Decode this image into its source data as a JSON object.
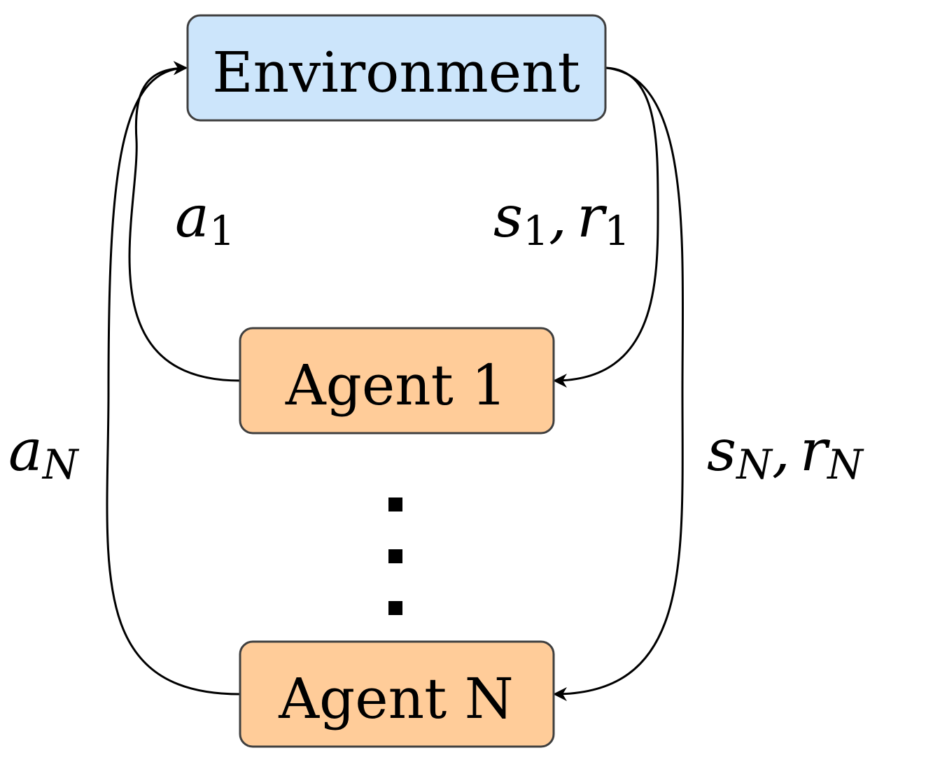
{
  "colors": {
    "environment_fill": "#cce5fb",
    "agent_fill": "#ffcc99",
    "box_stroke": "#3f3f3f",
    "edge": "#000000"
  },
  "nodes": {
    "environment": "Environment",
    "agent_1": "Agent 1",
    "agent_n": "Agent N"
  },
  "edges": {
    "action_1": {
      "symbol": "a",
      "subscript": "1"
    },
    "state_reward_1": {
      "symbol_s": "s",
      "sub_s": "1",
      "sep": ",",
      "symbol_r": "r",
      "sub_r": "1"
    },
    "action_n": {
      "symbol": "a",
      "subscript": "N"
    },
    "state_reward_n": {
      "symbol_s": "s",
      "sub_s": "N",
      "sep": ",",
      "symbol_r": "r",
      "sub_r": "N"
    }
  }
}
